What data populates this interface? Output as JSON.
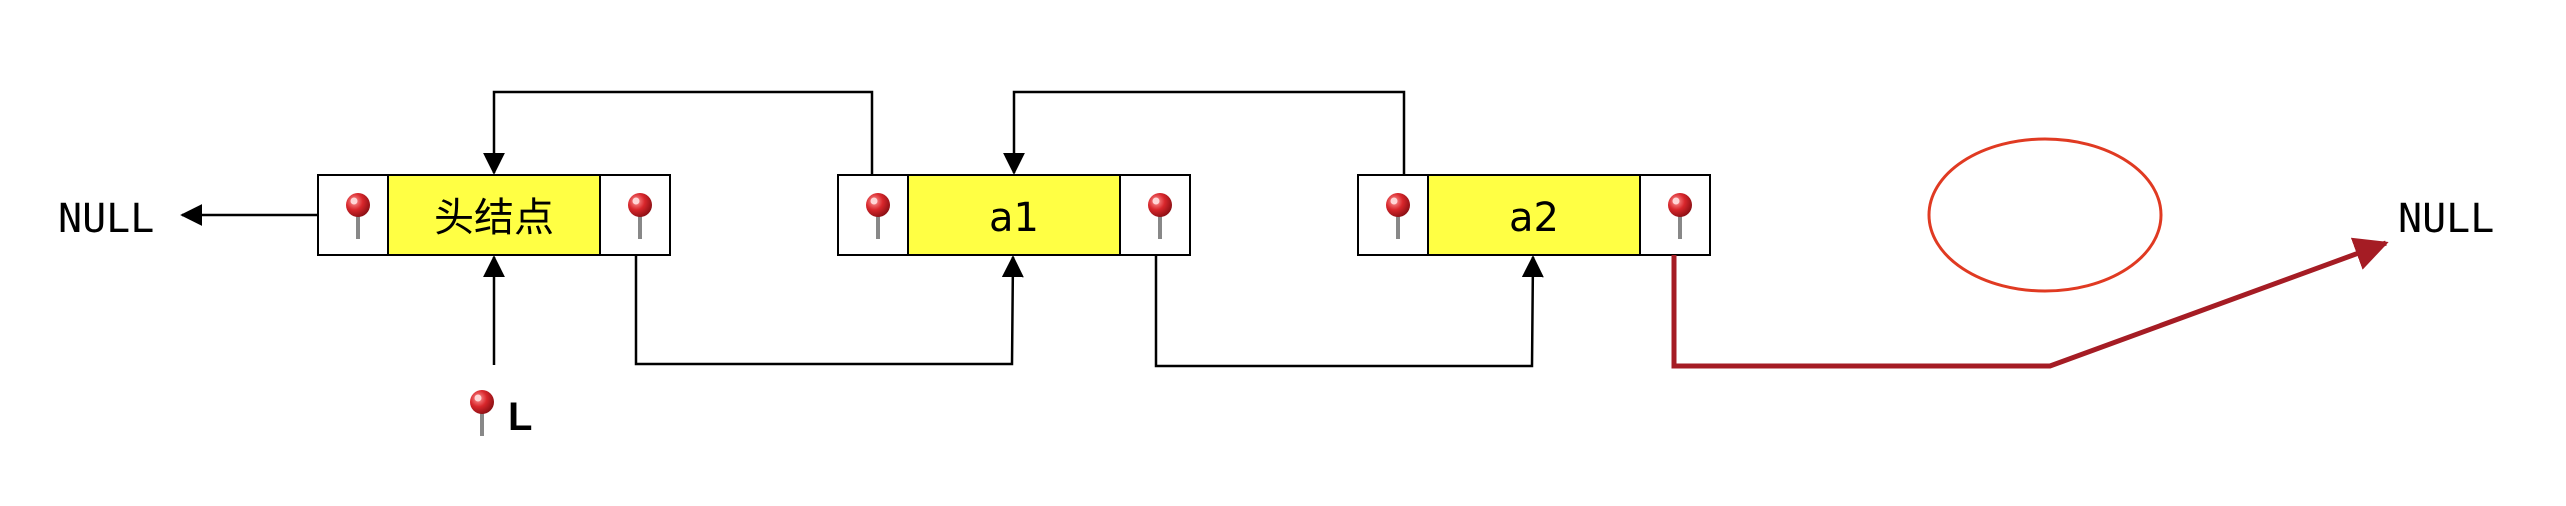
{
  "nulls": {
    "left": "NULL",
    "right": "NULL"
  },
  "nodes": [
    {
      "id": "head",
      "label": "头结点"
    },
    {
      "id": "a1",
      "label": "a1"
    },
    {
      "id": "a2",
      "label": "a2"
    }
  ],
  "pointer_label": "L",
  "colors": {
    "data_fill": "#ffff44",
    "border": "#000000",
    "highlight_arrow": "#a51c24",
    "ellipse": "#e03a22",
    "pin_head": "#d8262b"
  },
  "icons": {
    "pointer": "pushpin-icon"
  }
}
